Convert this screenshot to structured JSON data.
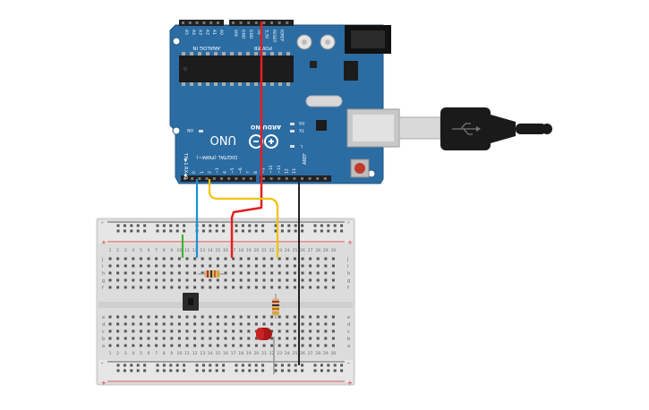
{
  "board": {
    "model_label": "UNO",
    "brand_label": "ARDUINO",
    "digital_header_label": "DIGITAL (PWM~)",
    "tx_rx_label": "TX▶1  RX◀0",
    "analog_header_label": "ANALOG IN",
    "power_header_label": "POWER",
    "on_label": "ON",
    "tx_led_label": "TX",
    "rx_led_label": "RX",
    "l_led_label": "L",
    "aref_label": "AREF",
    "gnd_label": "GND",
    "digital_pins": [
      "13",
      "12",
      "~11",
      "~10",
      "~9",
      "8",
      "7",
      "~6",
      "~5",
      "4",
      "~3",
      "2",
      "1",
      "0"
    ],
    "analog_pins": [
      "A5",
      "A4",
      "A3",
      "A2",
      "A1",
      "A0"
    ],
    "power_pins": [
      "VIN",
      "GND",
      "GND",
      "5V",
      "3.3V",
      "RESET",
      "IOREF"
    ],
    "board_color": "#2b6ca3"
  },
  "breadboard": {
    "column_numbers": [
      "1",
      "2",
      "3",
      "4",
      "5",
      "6",
      "7",
      "8",
      "9",
      "10",
      "11",
      "12",
      "13",
      "14",
      "15",
      "16",
      "17",
      "18",
      "19",
      "20",
      "21",
      "22",
      "23",
      "24",
      "25",
      "26",
      "27",
      "28",
      "29",
      "30"
    ],
    "top_rows": [
      "j",
      "i",
      "h",
      "g",
      "f"
    ],
    "bottom_rows": [
      "e",
      "d",
      "c",
      "b",
      "a"
    ],
    "rail_plus": "+",
    "rail_minus": "-"
  },
  "wires": {
    "red_color": "#e02020",
    "blue_color": "#1a8fd8",
    "yellow_color": "#f2c200",
    "green_color": "#3cb43c",
    "black_color": "#222222"
  }
}
